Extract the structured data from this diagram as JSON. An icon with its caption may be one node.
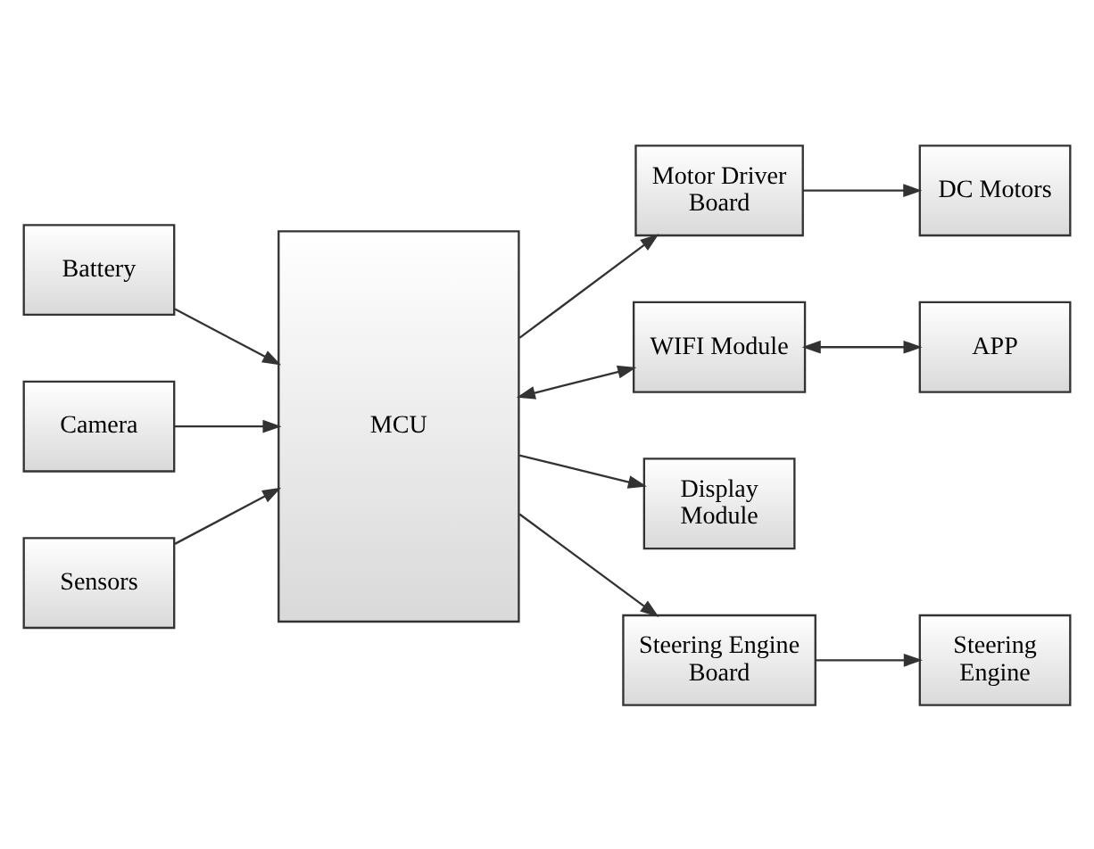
{
  "diagram": {
    "nodes": [
      {
        "text": [
          "Motor Driver Board"
        ]
      },
      {
        "text": [
          "DC Motors"
        ]
      },
      {
        "text": [
          "Battery"
        ]
      },
      {
        "text": [
          "Camera"
        ]
      },
      {
        "text": [
          "Sensors"
        ]
      },
      {
        "text": [
          "MCU"
        ]
      },
      {
        "text": [
          "WIFI Module"
        ]
      },
      {
        "text": [
          "APP"
        ]
      },
      {
        "text": [
          "Display Module"
        ]
      },
      {
        "text": [
          "Steering Engine Board"
        ]
      },
      {
        "text": [
          "Steering Engine"
        ]
      }
    ],
    "edges": [
      {
        "from": 5,
        "to": 0,
        "arrow": "to"
      },
      {
        "from": 0,
        "to": 1,
        "arrow": "to"
      },
      {
        "from": 2,
        "to": 5,
        "arrow": "to"
      },
      {
        "from": 3,
        "to": 5,
        "arrow": "to"
      },
      {
        "from": 4,
        "to": 5,
        "arrow": "to"
      },
      {
        "from": 5,
        "to": 6,
        "arrow": "both"
      },
      {
        "from": 6,
        "to": 7,
        "arrow": "both"
      },
      {
        "from": 5,
        "to": 8,
        "arrow": "to"
      },
      {
        "from": 5,
        "to": 9,
        "arrow": "to"
      },
      {
        "from": 9,
        "to": 10,
        "arrow": "to"
      }
    ]
  }
}
